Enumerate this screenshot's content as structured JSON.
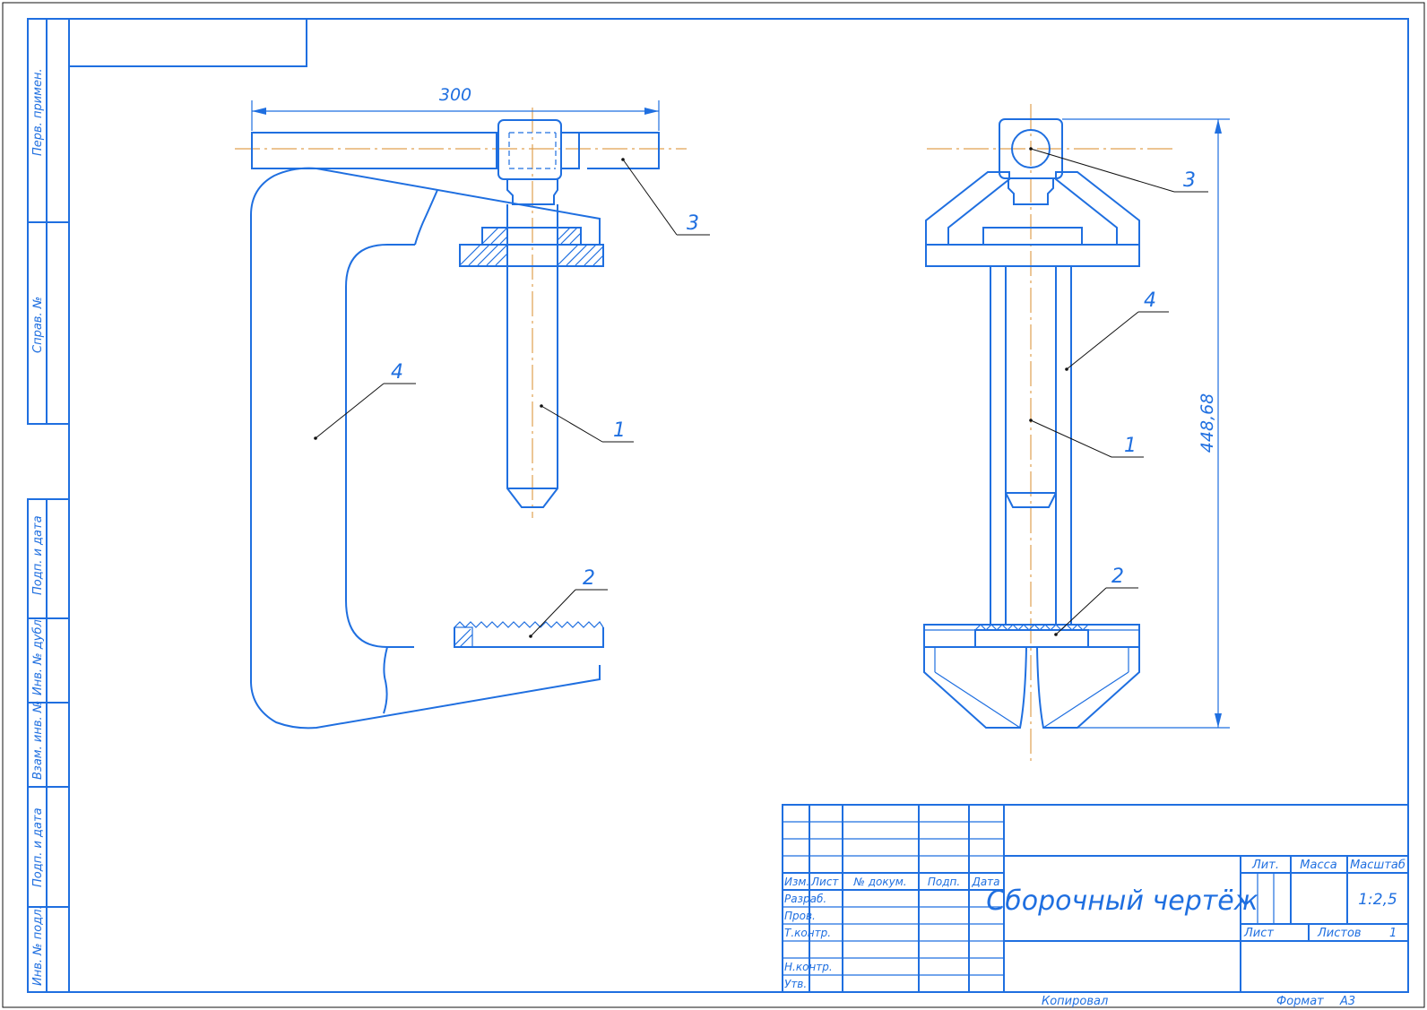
{
  "drawing": {
    "dimensions": {
      "width_label": "300",
      "height_label": "448,68"
    },
    "callouts": {
      "side_view": [
        "1",
        "2",
        "3",
        "4"
      ],
      "front_view": [
        "1",
        "2",
        "3",
        "4"
      ]
    }
  },
  "left_stamp": {
    "perv_primen": "Перв. примен.",
    "sprav_no": "Справ. №",
    "podp_i_data_1": "Подп. и дата",
    "inv_no_dubl": "Инв. № дубл.",
    "vzam_inv_no": "Взам. инв. №",
    "podp_i_data_2": "Подп. и дата",
    "inv_no_podl": "Инв. № подл."
  },
  "title_block": {
    "headers": {
      "izm": "Изм.",
      "list": "Лист",
      "no_dokum": "№ докум.",
      "podp": "Подп.",
      "data": "Дата"
    },
    "roles": {
      "razrab": "Разраб.",
      "prov": "Пров.",
      "tkontr": "Т.контр.",
      "nkontr": "Н.контр.",
      "utv": "Утв."
    },
    "title": "Сборочный чертёж",
    "lit_label": "Лит.",
    "massa_label": "Масса",
    "masshtab_label": "Масштаб",
    "scale": "1:2,5",
    "sheet_label": "Лист",
    "sheets_label": "Листов",
    "sheets_count": "1"
  },
  "footer": {
    "kopiroval": "Копировал",
    "format_label": "Формат",
    "format_value": "A3"
  },
  "colors": {
    "line": "#1f6fe0",
    "axis": "#e0a050",
    "frame": "#111111"
  }
}
